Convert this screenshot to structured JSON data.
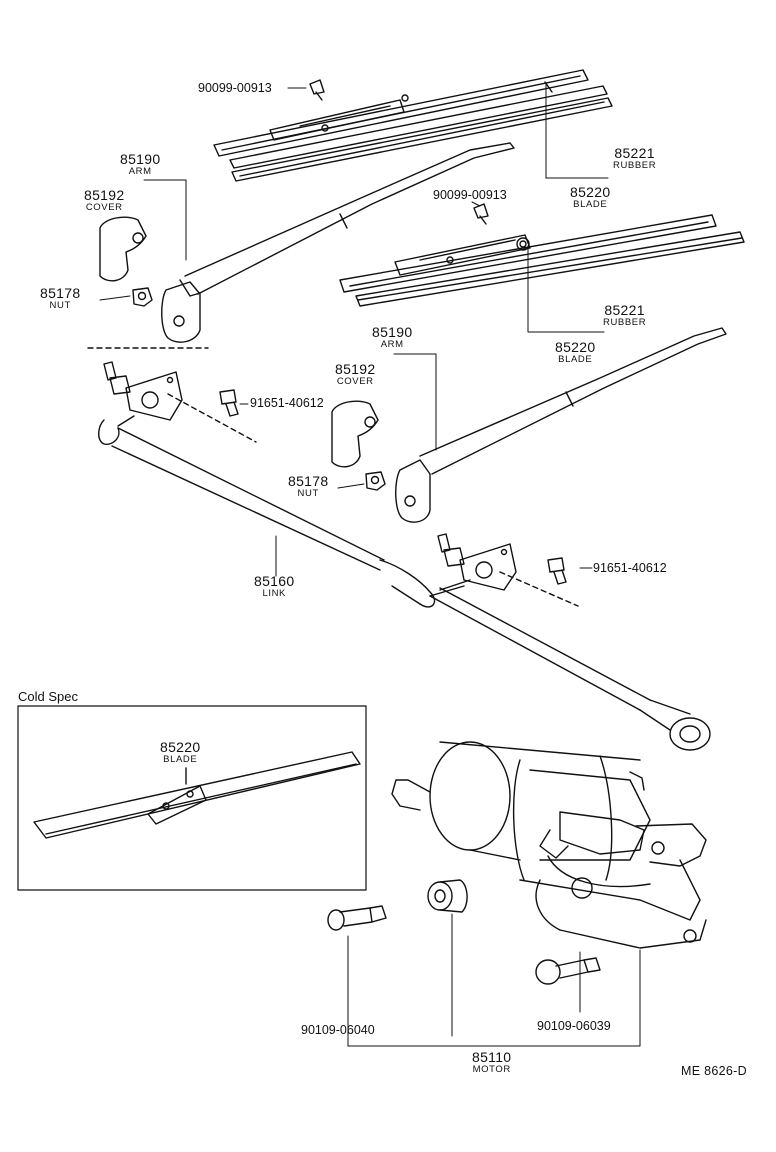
{
  "parts": [
    {
      "id": "p-85190-a",
      "number": "85190",
      "name": "ARM"
    },
    {
      "id": "p-85192-a",
      "number": "85192",
      "name": "COVER"
    },
    {
      "id": "p-85178-a",
      "number": "85178",
      "name": "NUT"
    },
    {
      "id": "p-85221-a",
      "number": "85221",
      "name": "RUBBER"
    },
    {
      "id": "p-85220-a",
      "number": "85220",
      "name": "BLADE"
    },
    {
      "id": "p-85221-b",
      "number": "85221",
      "name": "RUBBER"
    },
    {
      "id": "p-85220-b",
      "number": "85220",
      "name": "BLADE"
    },
    {
      "id": "p-85190-b",
      "number": "85190",
      "name": "ARM"
    },
    {
      "id": "p-85192-b",
      "number": "85192",
      "name": "COVER"
    },
    {
      "id": "p-85178-b",
      "number": "85178",
      "name": "NUT"
    },
    {
      "id": "p-85160",
      "number": "85160",
      "name": "LINK"
    },
    {
      "id": "p-85220-c",
      "number": "85220",
      "name": "BLADE"
    },
    {
      "id": "p-85110",
      "number": "85110",
      "name": "MOTOR"
    }
  ],
  "fasteners": [
    {
      "id": "f-90099-a",
      "number": "90099-00913"
    },
    {
      "id": "f-90099-b",
      "number": "90099-00913"
    },
    {
      "id": "f-91651-a",
      "number": "91651-40612"
    },
    {
      "id": "f-91651-b",
      "number": "91651-40612"
    },
    {
      "id": "f-90109-06040",
      "number": "90109-06040"
    },
    {
      "id": "f-90109-06039",
      "number": "90109-06039"
    }
  ],
  "inset_title": "Cold Spec",
  "diagram_code": "ME 8626-D"
}
